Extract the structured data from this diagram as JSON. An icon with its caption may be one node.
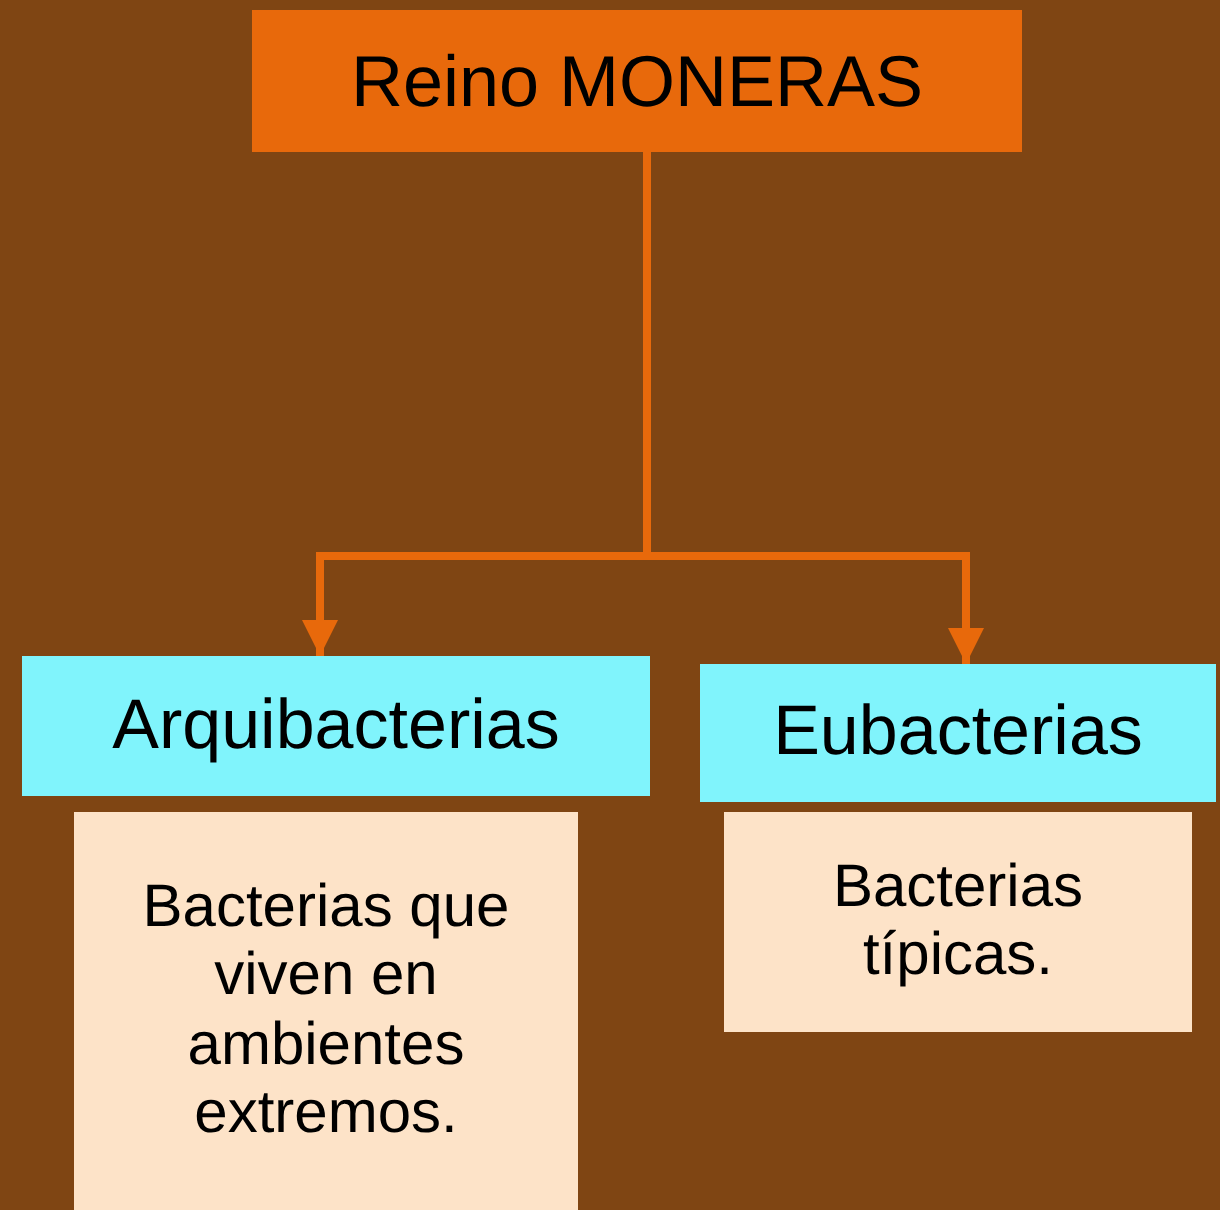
{
  "diagram": {
    "nodes": [
      {
        "text": [
          "Reino MONERAS"
        ]
      },
      {
        "text": [
          "Arquibacterias"
        ]
      },
      {
        "text": [
          "Eubacterias"
        ]
      },
      {
        "text": [
          "Bacterias que viven en ambientes extremos."
        ]
      },
      {
        "text": [
          "Bacterias típicas."
        ]
      }
    ],
    "edges": [
      {
        "from": 0,
        "to": 1,
        "arrow": "to"
      },
      {
        "from": 0,
        "to": 2,
        "arrow": "to"
      }
    ]
  }
}
